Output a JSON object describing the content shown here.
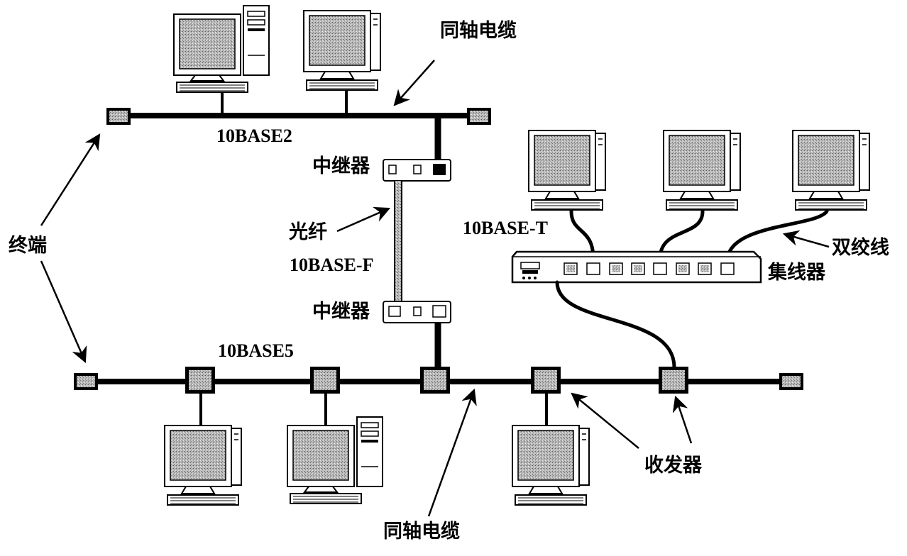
{
  "labels": {
    "coax_top": "同轴电缆",
    "coax_bottom": "同轴电缆",
    "std_10base2": "10BASE2",
    "std_10base5": "10BASE5",
    "std_10baset": "10BASE-T",
    "std_10basef": "10BASE-F",
    "repeater_top": "中继器",
    "repeater_bottom": "中继器",
    "fiber": "光纤",
    "terminator": "终端",
    "hub": "集线器",
    "twisted_pair": "双绞线",
    "transceiver": "收发器"
  }
}
